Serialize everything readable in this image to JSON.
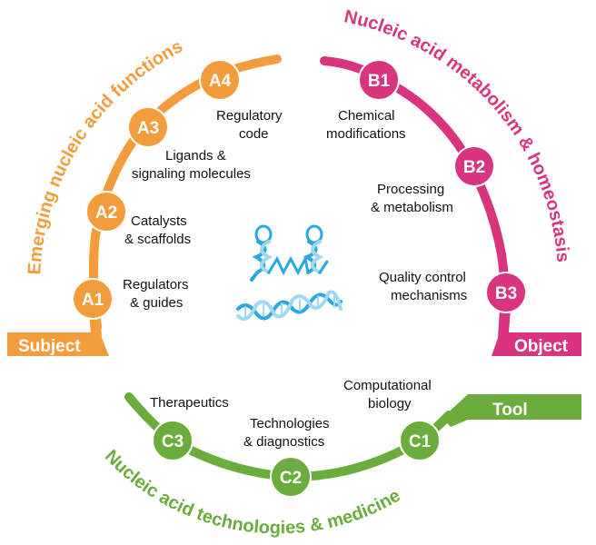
{
  "colors": {
    "orange": "#f39c3c",
    "pink": "#d9357f",
    "green": "#6aad3c",
    "helix_blue": "#29a9e1",
    "helix_light": "#9fd8f3"
  },
  "sections": {
    "a": {
      "title": "Emerging nucleic acid functions",
      "tag": "Subject",
      "nodes": [
        {
          "id": "A1",
          "text": [
            "Regulators",
            "& guides"
          ]
        },
        {
          "id": "A2",
          "text": [
            "Catalysts",
            "& scaffolds"
          ]
        },
        {
          "id": "A3",
          "text": [
            "Ligands &",
            "signaling molecules"
          ]
        },
        {
          "id": "A4",
          "text": [
            "Regulatory",
            "code"
          ]
        }
      ]
    },
    "b": {
      "title": "Nucleic acid metabolism & homeostasis",
      "tag": "Object",
      "nodes": [
        {
          "id": "B1",
          "text": [
            "Chemical",
            "modifications"
          ]
        },
        {
          "id": "B2",
          "text": [
            "Processing",
            "& metabolism"
          ]
        },
        {
          "id": "B3",
          "text": [
            "Quality control",
            "mechanisms"
          ]
        }
      ]
    },
    "c": {
      "title": "Nucleic acid technologies & medicine",
      "tag": "Tool",
      "nodes": [
        {
          "id": "C1",
          "text": [
            "Computational",
            "biology"
          ]
        },
        {
          "id": "C2",
          "text": [
            "Technologies",
            "& diagnostics"
          ]
        },
        {
          "id": "C3",
          "text": [
            "Therapeutics"
          ]
        }
      ]
    }
  },
  "center_graphic": {
    "icons": [
      "rna-hairpin-icon",
      "dna-double-helix-icon"
    ]
  }
}
